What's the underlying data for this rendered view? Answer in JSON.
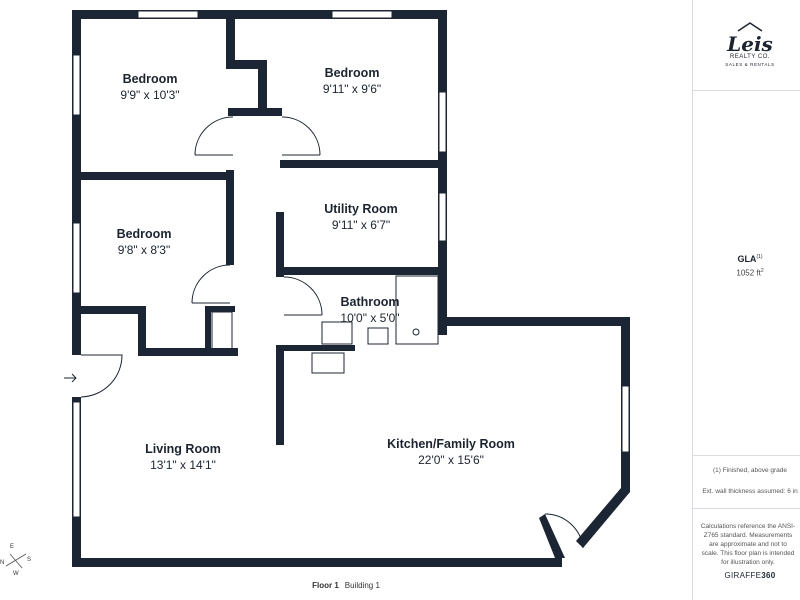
{
  "plan": {
    "rooms": [
      {
        "id": "bedroom-1",
        "name": "Bedroom",
        "size": "9'9\" x 10'3\""
      },
      {
        "id": "bedroom-2",
        "name": "Bedroom",
        "size": "9'11\" x 9'6\""
      },
      {
        "id": "utility-room",
        "name": "Utility Room",
        "size": "9'11\" x 6'7\""
      },
      {
        "id": "bedroom-3",
        "name": "Bedroom",
        "size": "9'8\" x 8'3\""
      },
      {
        "id": "bathroom",
        "name": "Bathroom",
        "size": "10'0\" x 5'0\""
      },
      {
        "id": "living-room",
        "name": "Living Room",
        "size": "13'1\" x 14'1\""
      },
      {
        "id": "kitchen-family-room",
        "name": "Kitchen/Family Room",
        "size": "22'0\" x 15'6\""
      }
    ],
    "footer": {
      "floor": "Floor 1",
      "building": "Building 1"
    },
    "compass": {
      "n": "N",
      "e": "E",
      "s": "S",
      "w": "W"
    }
  },
  "sidebar": {
    "logo": {
      "script": "Leis",
      "company": "REALTY CO.",
      "tagline": "SALES & RENTALS"
    },
    "gla": {
      "title": "GLA",
      "title_sup": "(1)",
      "value": "1052 ft",
      "value_sup": "2"
    },
    "notes": [
      "(1) Finished, above grade",
      "Ext. wall thickness assumed: 6 in"
    ],
    "calculations": "Calculations reference the ANSI-Z765 standard. Measurements are approximate and not to scale. This floor plan is intended for illustration only.",
    "brand": {
      "prefix": "GIRAFFE",
      "suffix": "360"
    }
  },
  "colors": {
    "walls": "#1c2533",
    "text": "#1c2430",
    "sidebar_divider": "#d8dbe0"
  }
}
